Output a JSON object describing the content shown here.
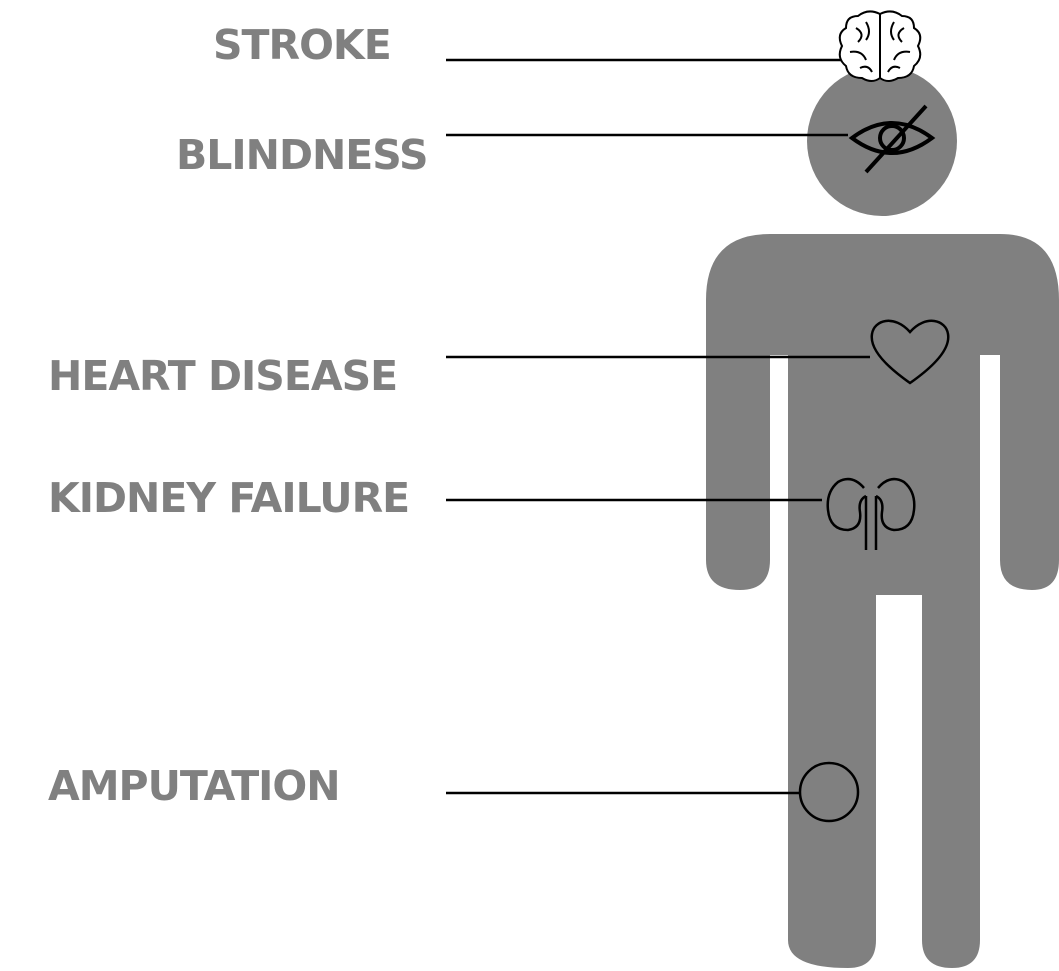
{
  "diagram": {
    "colors": {
      "body_fill": "#808080",
      "label_color": "#808080",
      "line_color": "#000000",
      "background": "#ffffff"
    },
    "labels": [
      {
        "key": "stroke",
        "text": "STROKE",
        "icon": "brain-icon"
      },
      {
        "key": "blindness",
        "text": "BLINDNESS",
        "icon": "eye-slash-icon"
      },
      {
        "key": "heart",
        "text": "HEART DISEASE",
        "icon": "heart-icon"
      },
      {
        "key": "kidney",
        "text": "KIDNEY FAILURE",
        "icon": "kidneys-icon"
      },
      {
        "key": "amputation",
        "text": "AMPUTATION",
        "icon": "circle-marker-icon"
      }
    ]
  }
}
